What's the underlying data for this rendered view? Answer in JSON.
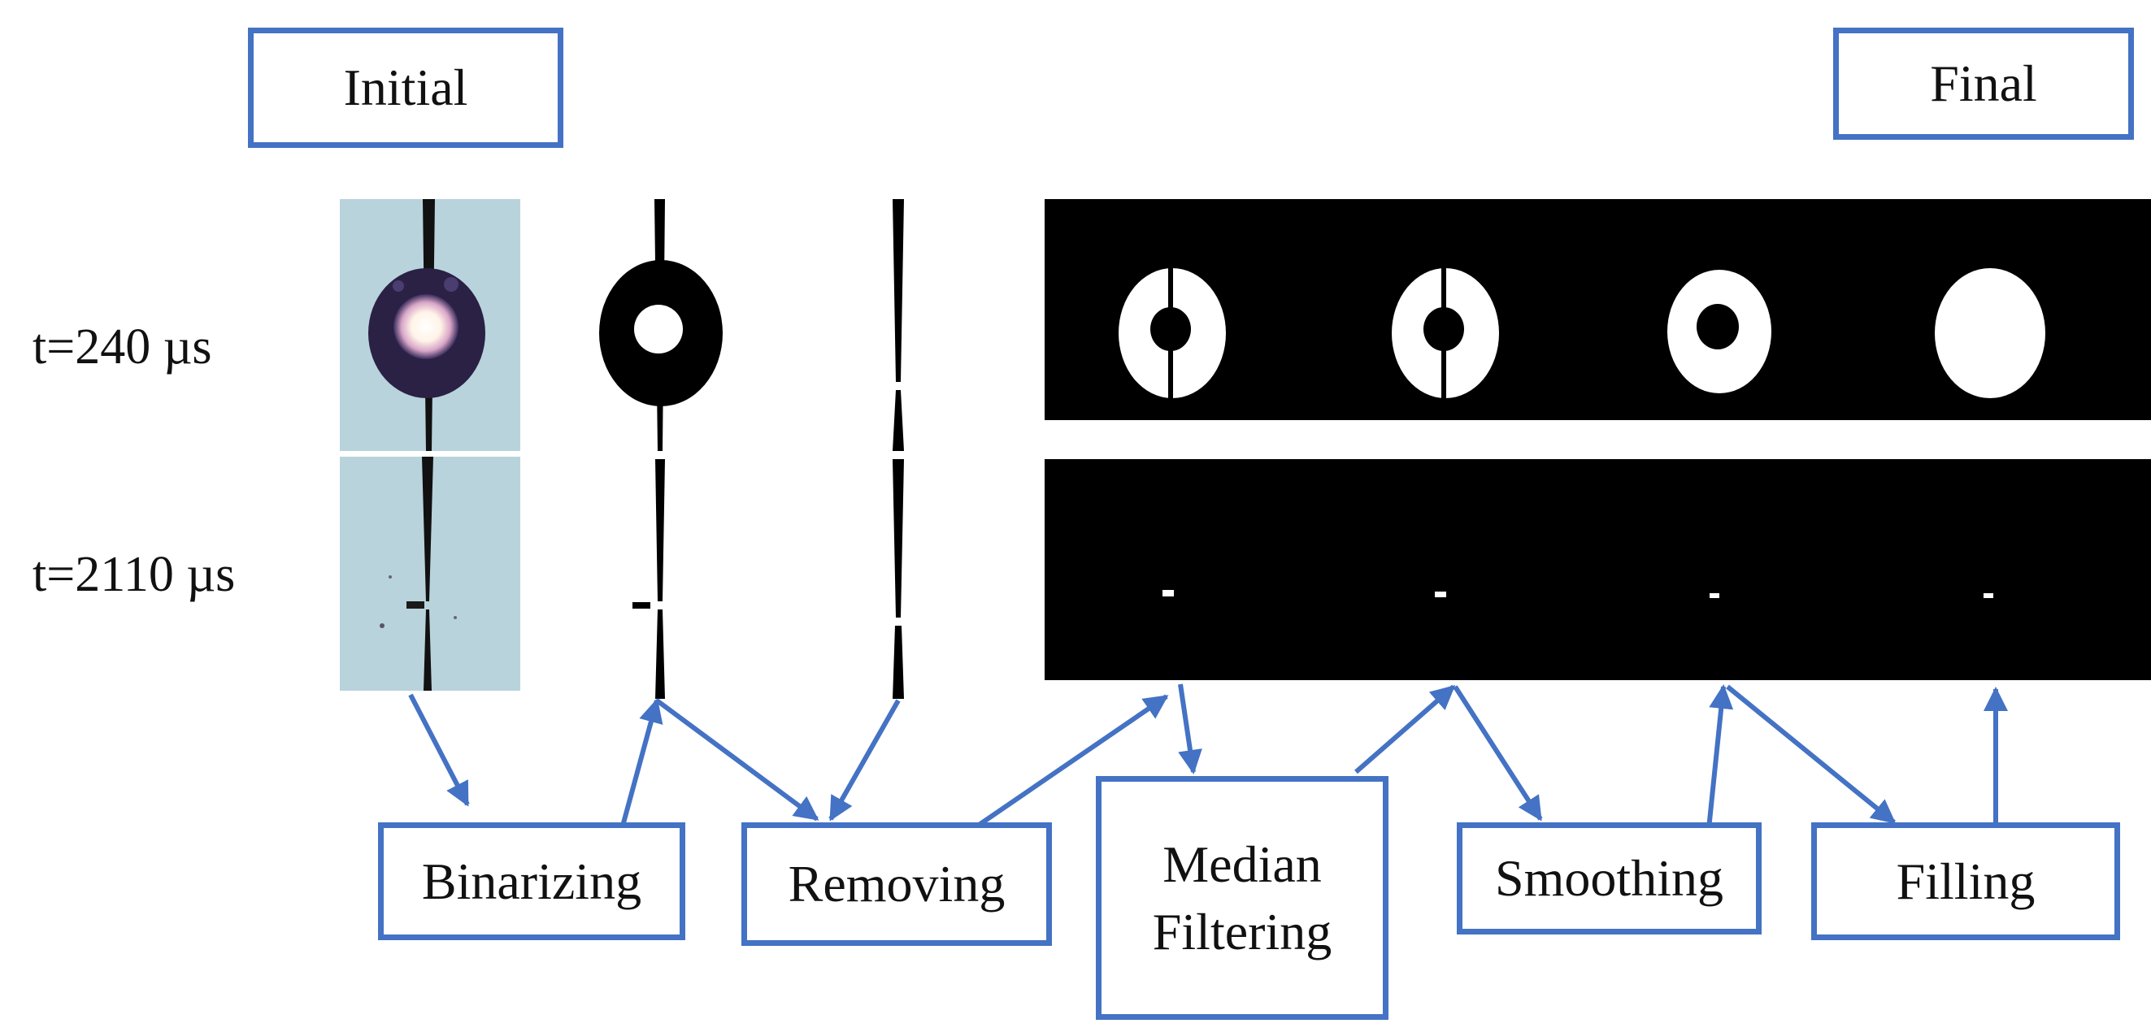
{
  "labels": {
    "initial": "Initial",
    "final": "Final",
    "row1": "t=240 µs",
    "row2": "t=2110 µs"
  },
  "steps": {
    "binarizing": "Binarizing",
    "removing": "Removing",
    "median_line1": "Median",
    "median_line2": "Filtering",
    "smoothing": "Smoothing",
    "filling": "Filling"
  },
  "colors": {
    "box_border": "#4472c4",
    "arrow": "#4472c4",
    "photo_background": "#b9d3dc",
    "plasma_ring": "#2a2145",
    "processed_background": "#000000",
    "processed_foreground": "#ffffff"
  }
}
